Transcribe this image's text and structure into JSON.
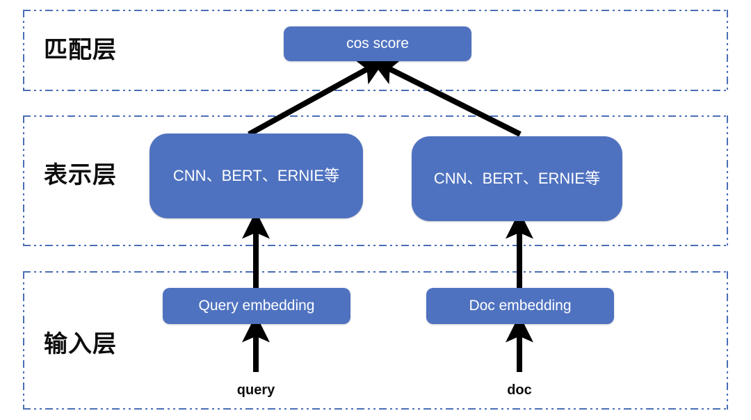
{
  "diagram": {
    "title_layers": [
      {
        "id": "matching",
        "label": "匹配层"
      },
      {
        "id": "representation",
        "label": "表示层"
      },
      {
        "id": "input",
        "label": "输入层"
      }
    ],
    "nodes": {
      "cos_score": "cos score",
      "encoder_left": "CNN、BERT、ERNIE等",
      "encoder_right": "CNN、BERT、ERNIE等",
      "query_embedding": "Query embedding",
      "doc_embedding": "Doc embedding",
      "query_input": "query",
      "doc_input": "doc"
    },
    "colors": {
      "node_fill": "#4F72C0",
      "node_text": "#FFFFFF",
      "panel_border": "#4A6DB5",
      "arrow": "#000000",
      "label_text": "#0D0D0D",
      "background": "#FFFFFF"
    }
  }
}
